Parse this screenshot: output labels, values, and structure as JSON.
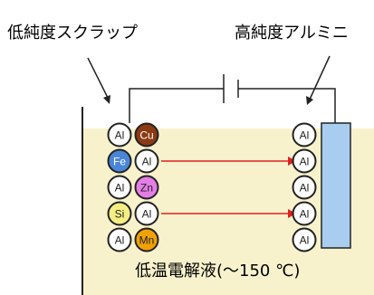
{
  "labels": {
    "source_label": "低純度スクラップ",
    "target_label": "高純度アルミニ",
    "electrolyte": "低温電解液(～150 ℃)"
  },
  "left_column_1": [
    {
      "symbol": "Al",
      "fill": "#ffffff"
    },
    {
      "symbol": "Fe",
      "fill": "#4a86d8"
    },
    {
      "symbol": "Al",
      "fill": "#ffffff"
    },
    {
      "symbol": "Si",
      "fill": "#f4ee84"
    },
    {
      "symbol": "Al",
      "fill": "#ffffff"
    }
  ],
  "left_column_2": [
    {
      "symbol": "Cu",
      "fill": "#8b3a14"
    },
    {
      "symbol": "Al",
      "fill": "#ffffff"
    },
    {
      "symbol": "Zn",
      "fill": "#e47ee6"
    },
    {
      "symbol": "Al",
      "fill": "#ffffff"
    },
    {
      "symbol": "Mn",
      "fill": "#f2a200"
    }
  ],
  "right_column": [
    {
      "symbol": "Al",
      "fill": "#ffffff"
    },
    {
      "symbol": "Al",
      "fill": "#ffffff"
    },
    {
      "symbol": "Al",
      "fill": "#ffffff"
    },
    {
      "symbol": "Al",
      "fill": "#ffffff"
    },
    {
      "symbol": "Al",
      "fill": "#ffffff"
    }
  ],
  "colors": {
    "electrolyte": "#f8f2cc",
    "electrode": "#a9cdef",
    "arrow": "#e02020"
  }
}
